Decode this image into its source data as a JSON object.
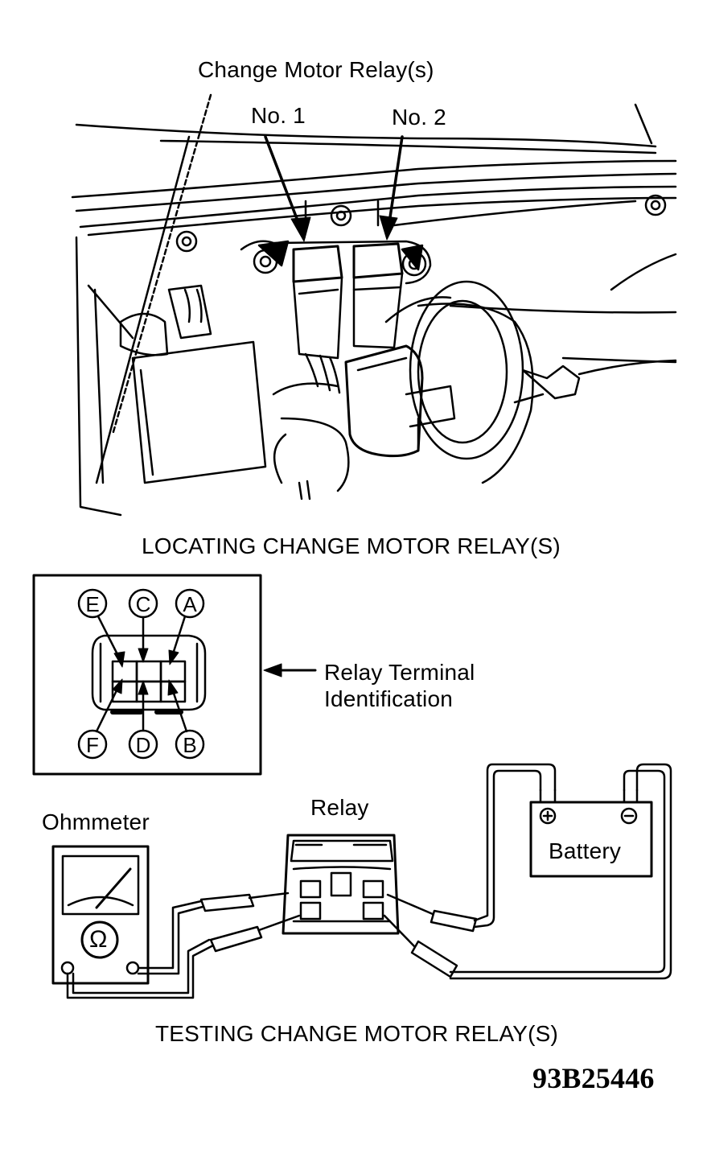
{
  "locate": {
    "title": "Change Motor Relay(s)",
    "relay1": "No. 1",
    "relay2": "No. 2",
    "caption": "LOCATING CHANGE MOTOR RELAY(S)"
  },
  "terminal": {
    "label_line1": "Relay Terminal",
    "label_line2": "Identification",
    "pins": {
      "E": "E",
      "C": "C",
      "A": "A",
      "F": "F",
      "D": "D",
      "B": "B"
    }
  },
  "test": {
    "ohmmeter": "Ohmmeter",
    "ohm_symbol": "Ω",
    "relay": "Relay",
    "battery": "Battery",
    "caption": "TESTING CHANGE MOTOR RELAY(S)"
  },
  "figure_code": "93B25446",
  "colors": {
    "ink": "#000000",
    "paper": "#ffffff"
  }
}
